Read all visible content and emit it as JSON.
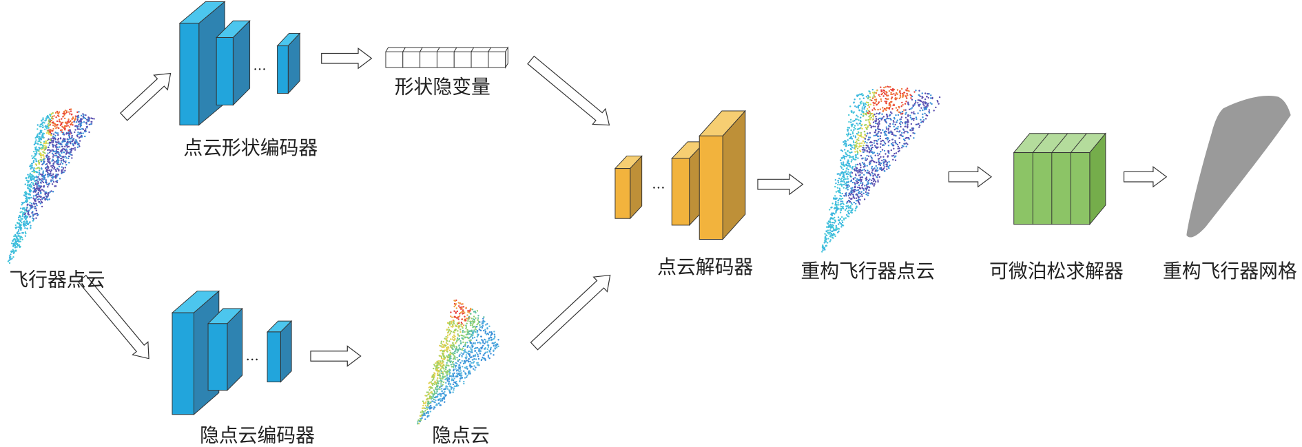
{
  "labels": {
    "input_cloud": "飞行器点云",
    "shape_encoder": "点云形状编码器",
    "shape_latent": "形状隐变量",
    "latent_encoder": "隐点云编码器",
    "latent_cloud": "隐点云",
    "decoder": "点云解码器",
    "recon_cloud": "重构飞行器点云",
    "poisson_solver": "可微泊松求解器",
    "recon_mesh": "重构飞行器网格"
  },
  "ellipsis": "…",
  "colors": {
    "encoder_front": "#22a5dc",
    "encoder_side": "#2e83b1",
    "encoder_top": "#4cc6ee",
    "decoder_front": "#f2b33d",
    "decoder_side": "#be9038",
    "decoder_top": "#f6ce72",
    "solver_front": "#8cc466",
    "solver_side": "#75ad4b",
    "solver_top": "#b4dc9c",
    "mesh": "#9a9a9a"
  }
}
